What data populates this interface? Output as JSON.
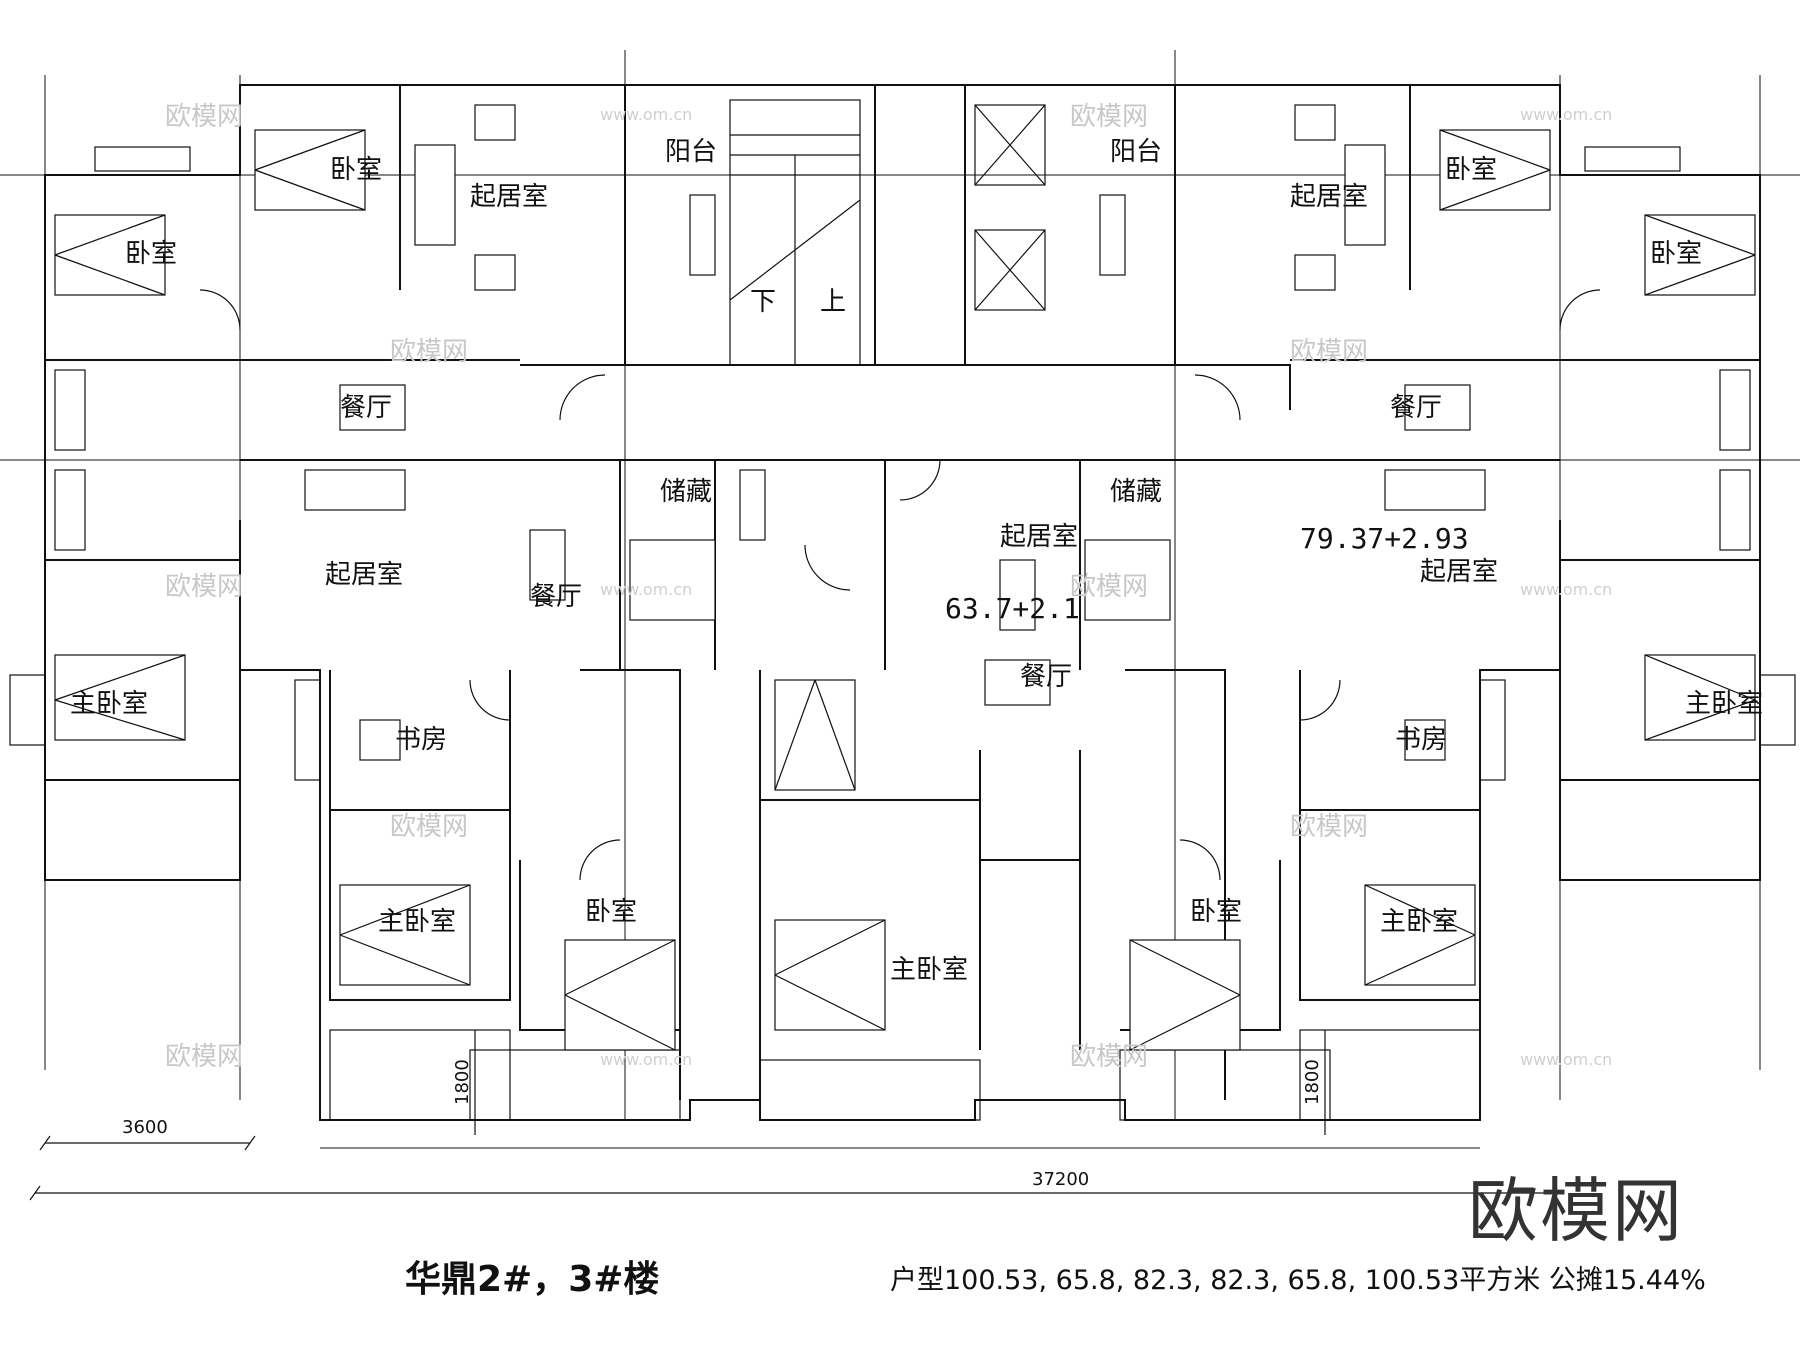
{
  "title": "华鼎2#，3#楼",
  "subtitle": "户型100.53, 65.8, 82.3, 82.3, 65.8, 100.53平方米  公摊15.44%",
  "brand_watermark": "欧模网",
  "watermark_text": "欧模网",
  "watermark_url": "www.om.cn",
  "rooms": {
    "bedroom": "卧室",
    "living": "起居室",
    "balcony": "阳台",
    "dining": "餐厅",
    "storage": "储藏",
    "master": "主卧室",
    "study": "书房",
    "down": "下",
    "up": "上"
  },
  "areas": {
    "unit_center": "63.7+2.1",
    "unit_right": "79.37+2.93"
  },
  "dimensions": {
    "span_left": "3600",
    "total_width": "37200",
    "balcony_left": "1800",
    "balcony_right": "1800"
  }
}
